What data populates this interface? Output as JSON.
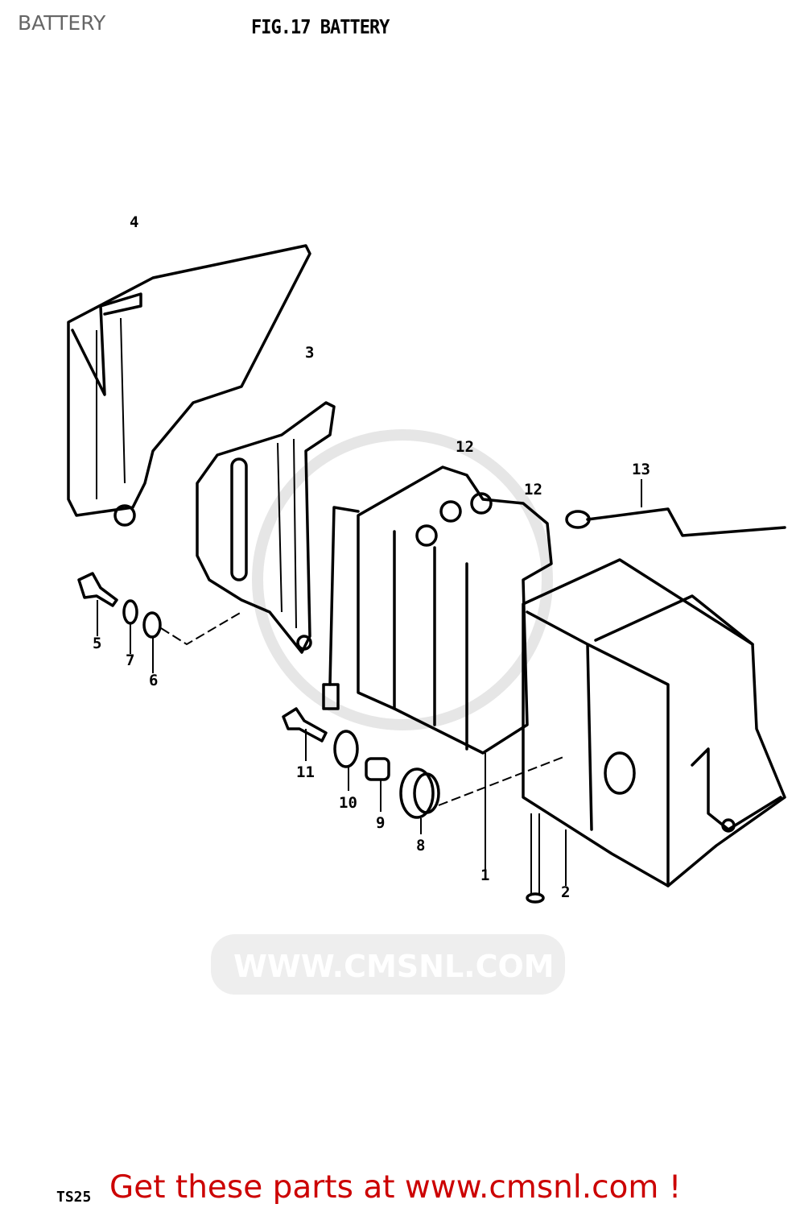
{
  "header": {
    "title": "BATTERY",
    "figure_title": "FIG.17  BATTERY"
  },
  "diagram": {
    "callouts": [
      {
        "id": "4",
        "label": "4"
      },
      {
        "id": "3",
        "label": "3"
      },
      {
        "id": "12a",
        "label": "12"
      },
      {
        "id": "12b",
        "label": "12"
      },
      {
        "id": "13",
        "label": "13"
      },
      {
        "id": "5",
        "label": "5"
      },
      {
        "id": "7",
        "label": "7"
      },
      {
        "id": "6",
        "label": "6"
      },
      {
        "id": "11",
        "label": "11"
      },
      {
        "id": "10",
        "label": "10"
      },
      {
        "id": "9",
        "label": "9"
      },
      {
        "id": "8",
        "label": "8"
      },
      {
        "id": "1",
        "label": "1"
      },
      {
        "id": "2",
        "label": "2"
      }
    ],
    "watermark": "WWW.CMSNL.COM"
  },
  "footer": {
    "model_code": "TS25",
    "promo": "Get these parts at www.cmsnl.com !",
    "promo_color": "#cc0000"
  }
}
